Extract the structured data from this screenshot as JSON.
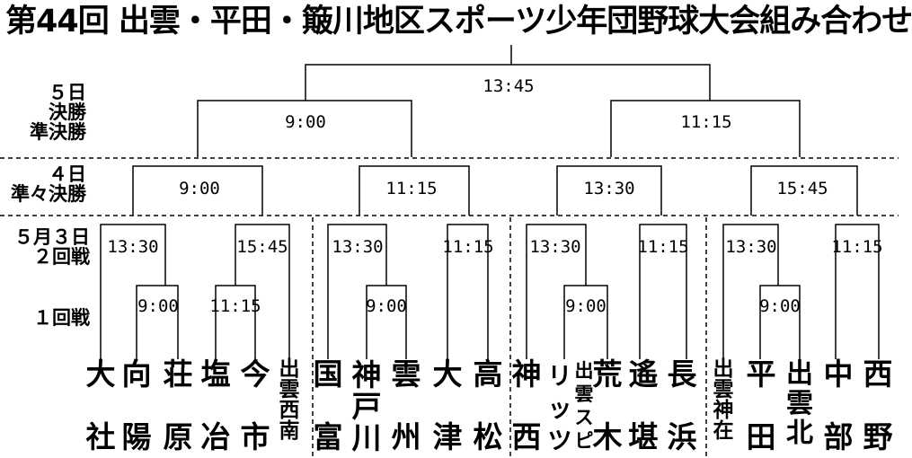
{
  "title": "第44回  出雲・平田・簸川地区スポーツ少年団野球大会組み合わせ",
  "row_labels": {
    "day5": [
      "５日",
      "決勝",
      "準決勝"
    ],
    "day4": [
      "４日",
      "準々決勝"
    ],
    "day3": [
      "５月３日",
      "２回戦"
    ],
    "round1": "１回戦"
  },
  "times": {
    "final": "13:45",
    "semi_left": "9:00",
    "semi_right": "11:15",
    "qf_1": "9:00",
    "qf_2": "11:15",
    "qf_3": "13:30",
    "qf_4": "15:45",
    "r2_1": "13:30",
    "r2_2": "15:45",
    "r2_3": "13:30",
    "r2_4": "11:15",
    "r2_5": "13:30",
    "r2_6": "11:15",
    "r2_7": "13:30",
    "r2_8": "11:15",
    "r1_1": "9:00",
    "r1_2": "11:15",
    "r1_3": "9:00",
    "r1_4": "9:00",
    "r1_5": "9:00"
  },
  "teams": [
    {
      "top": "大",
      "bottom": "社"
    },
    {
      "top": "向",
      "bottom": "陽"
    },
    {
      "top": "荘",
      "bottom": "原"
    },
    {
      "top": "塩",
      "bottom": "冶"
    },
    {
      "top": "今",
      "bottom": "市"
    },
    {
      "vertical": "出\n雲\n西\n南"
    },
    {
      "top": "国",
      "bottom": "富"
    },
    {
      "vertical": "神\n戸\n川"
    },
    {
      "top": "雲",
      "bottom": "州"
    },
    {
      "top": "大",
      "bottom": "津"
    },
    {
      "top": "高",
      "bottom": "松"
    },
    {
      "top": "神",
      "bottom": "西"
    },
    {
      "vertical_small": "リ\nッ\nツ"
    },
    {
      "vertical": "出\n雲\nス\nピ"
    },
    {
      "top": "荒",
      "bottom": "木"
    },
    {
      "top": "遙",
      "bottom": "堪"
    },
    {
      "top": "長",
      "bottom": "浜"
    },
    {
      "vertical": "出\n雲\n神\n在"
    },
    {
      "top": "平",
      "bottom": "田"
    },
    {
      "vertical": "出\n雲\n北"
    },
    {
      "top": "中",
      "bottom": "部"
    },
    {
      "top": "西",
      "bottom": "野"
    }
  ]
}
